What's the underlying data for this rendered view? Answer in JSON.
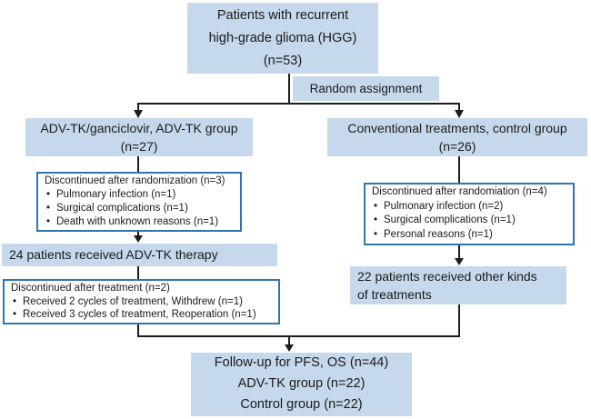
{
  "palette": {
    "box_fill": "#c6d9ec",
    "box_border": "#2e75b6",
    "line_color": "#1c1c1c",
    "text_color": "#1a1a1a",
    "background": "#ffffff"
  },
  "bullet_char": "•",
  "nodes": {
    "top": {
      "lines": [
        "Patients with recurrent",
        "high-grade glioma (HGG)",
        "(n=53)"
      ]
    },
    "random_assignment": {
      "label": "Random assignment"
    },
    "left_group": {
      "lines": [
        "ADV-TK/ganciclovir, ADV-TK group",
        "(n=27)"
      ]
    },
    "right_group": {
      "lines": [
        "Conventional treatments, control group",
        "(n=26)"
      ]
    },
    "left_dropout_randomization": {
      "title": "Discontinued after randomization (n=3)",
      "items": [
        "Pulmonary infection (n=1)",
        "Surgical complications (n=1)",
        "Death with unknown reasons (n=1)"
      ]
    },
    "left_received": {
      "label": "24 patients received ADV-TK therapy"
    },
    "left_dropout_treatment": {
      "title": "Discontinued after treatment (n=2)",
      "items": [
        "Received 2 cycles of treatment, Withdrew (n=1)",
        "Received 3 cycles of treatment, Reoperation (n=1)"
      ]
    },
    "right_dropout_randomization": {
      "title": "Discontinued after randomiation (n=4)",
      "items": [
        "Pulmonary infection (n=2)",
        "Surgical complications (n=1)",
        "Personal reasons (n=1)"
      ]
    },
    "right_received": {
      "lines": [
        "22 patients received other kinds",
        "of treatments"
      ]
    },
    "followup": {
      "lines": [
        "Follow-up for PFS, OS (n=44)",
        "ADV-TK group (n=22)",
        "Control group (n=22)"
      ]
    }
  }
}
